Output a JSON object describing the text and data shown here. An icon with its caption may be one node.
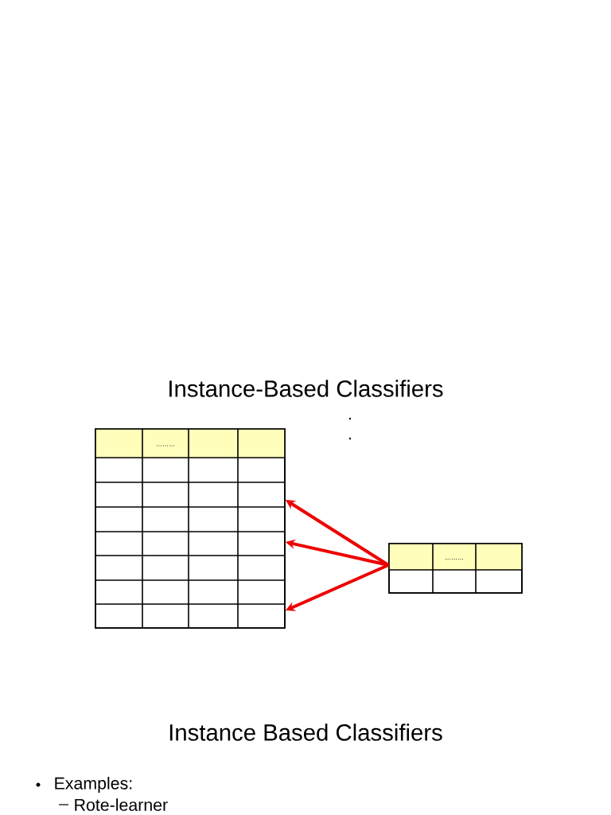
{
  "diagram": {
    "title": "Instance-Based Classifiers",
    "nodes": [
      {
        "text": [
          "………"
        ]
      },
      {
        "text": [
          "………"
        ]
      }
    ],
    "edges": [
      {
        "from": 1,
        "to": 0,
        "arrow": "to",
        "color": "#ee0000"
      },
      {
        "from": 1,
        "to": 0,
        "arrow": "to",
        "color": "#ee0000"
      },
      {
        "from": 1,
        "to": 0,
        "arrow": "to",
        "color": "#ee0000"
      }
    ],
    "labels": [
      ".",
      ".",
      "Instance Based Classifiers",
      "Examples:",
      "Rote-learner"
    ]
  }
}
